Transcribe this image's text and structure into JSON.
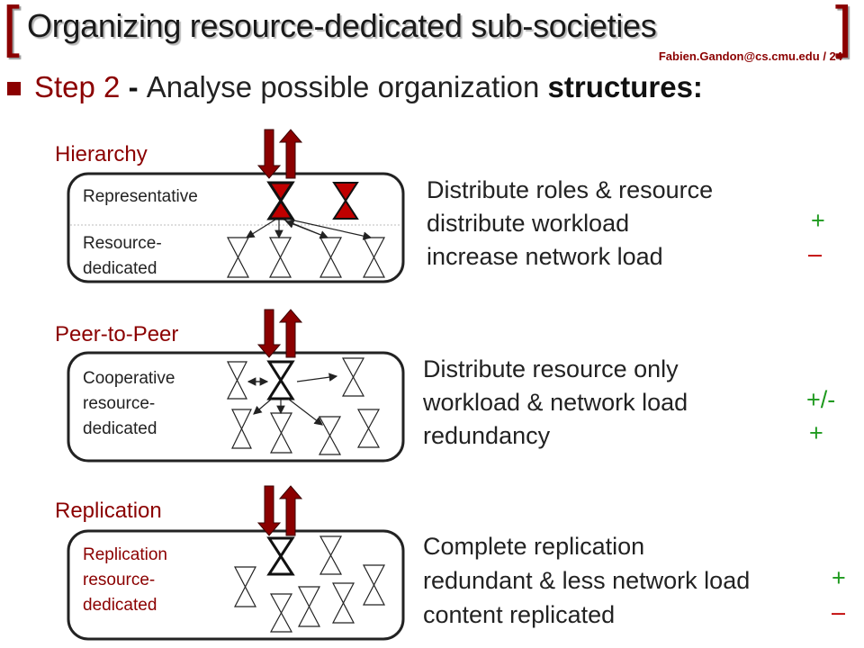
{
  "header": {
    "title": "Organizing resource-dedicated sub-societies",
    "email": "Fabien.Gandon@cs.cmu.edu",
    "page": "/ 24"
  },
  "step": {
    "label": "Step 2",
    "dash": " - ",
    "text": "Analyse possible organization ",
    "bold": "structures:"
  },
  "sections": {
    "hierarchy": {
      "title": "Hierarchy",
      "top_label": "Representative",
      "bottom_label_1": "Resource-",
      "bottom_label_2": "dedicated",
      "lines": [
        "Distribute roles & resource",
        "distribute workload",
        "increase network load"
      ],
      "marks": [
        "",
        "+",
        "–"
      ]
    },
    "p2p": {
      "title": "Peer-to-Peer",
      "label_1": "Cooperative",
      "label_2": "resource-",
      "label_3": "dedicated",
      "lines": [
        "Distribute resource only",
        "workload & network load",
        "redundancy"
      ],
      "marks": [
        "",
        "+/-",
        "+"
      ]
    },
    "replication": {
      "title": "Replication",
      "label_1": "Replication",
      "label_2": "resource-",
      "label_3": "dedicated",
      "lines": [
        "Complete replication",
        "redundant & less network load",
        "content replicated"
      ],
      "marks": [
        "",
        "+",
        "–"
      ]
    }
  },
  "colors": {
    "accent": "#8b0000",
    "plus": "#1f9a1f",
    "minus": "#c00000",
    "hourglass_fill": "#c00000"
  }
}
